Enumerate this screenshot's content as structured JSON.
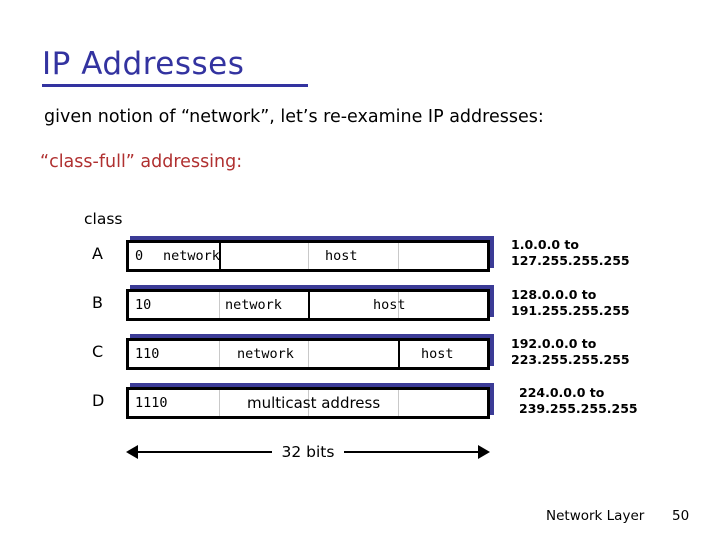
{
  "slide": {
    "title": "IP Addresses",
    "subtitle_1": "given notion of “network”, let’s re-examine IP addresses:",
    "subtitle_2": "“class-full” addressing:",
    "class_column_header": "class",
    "bits_label": "32 bits"
  },
  "colors": {
    "title": "#3333a0",
    "subtitle_accent": "#b03030",
    "bar_shadow": "#3b3b96",
    "bar_border": "#000000",
    "divider_faint": "#c9c9c9"
  },
  "rows": [
    {
      "label": "A",
      "prefix": "0",
      "network_label": "network",
      "host_label": "host",
      "range_from": "1.0.0.0 to",
      "range_to": "127.255.255.255"
    },
    {
      "label": "B",
      "prefix": "10",
      "network_label": "network",
      "host_label": "host",
      "range_from": "128.0.0.0 to",
      "range_to": "191.255.255.255"
    },
    {
      "label": "C",
      "prefix": "110",
      "network_label": "network",
      "host_label": "host",
      "range_from": "192.0.0.0 to",
      "range_to": "223.255.255.255"
    },
    {
      "label": "D",
      "prefix": "1110",
      "network_label": "multicast address",
      "host_label": "",
      "range_from": "224.0.0.0 to",
      "range_to": "239.255.255.255"
    }
  ],
  "footer": {
    "section": "Network Layer",
    "page_number": "50"
  }
}
